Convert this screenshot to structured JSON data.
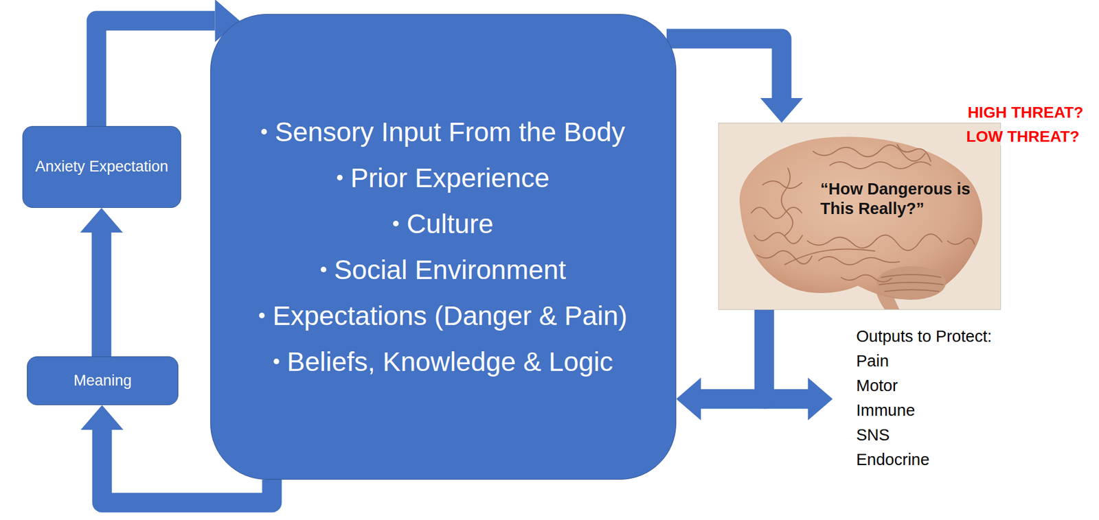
{
  "diagram": {
    "nodes": [
      {
        "text": [
          "Anxiety Expectation"
        ]
      },
      {
        "text": [
          "Meaning"
        ]
      },
      {
        "text": [
          "Sensory Input From the Body",
          "Prior Experience",
          "Culture",
          "Social Environment",
          "Expectations (Danger & Pain)",
          "Beliefs, Knowledge & Logic"
        ]
      },
      {
        "text": [
          "“How Dangerous is This Really?”"
        ]
      }
    ],
    "edges": [
      {
        "from": 2,
        "to": 3,
        "arrow": "to"
      },
      {
        "from": 3,
        "to": 2,
        "arrow": "to"
      },
      {
        "from": 2,
        "to": 1,
        "arrow": "to"
      },
      {
        "from": 1,
        "to": 0,
        "arrow": "to"
      },
      {
        "from": 0,
        "to": 2,
        "arrow": "to"
      }
    ],
    "labels": [
      "HIGH THREAT?",
      "LOW THREAT?",
      "Outputs to Protect:",
      "Pain",
      "Motor",
      "Immune",
      "SNS",
      "Endocrine"
    ]
  }
}
